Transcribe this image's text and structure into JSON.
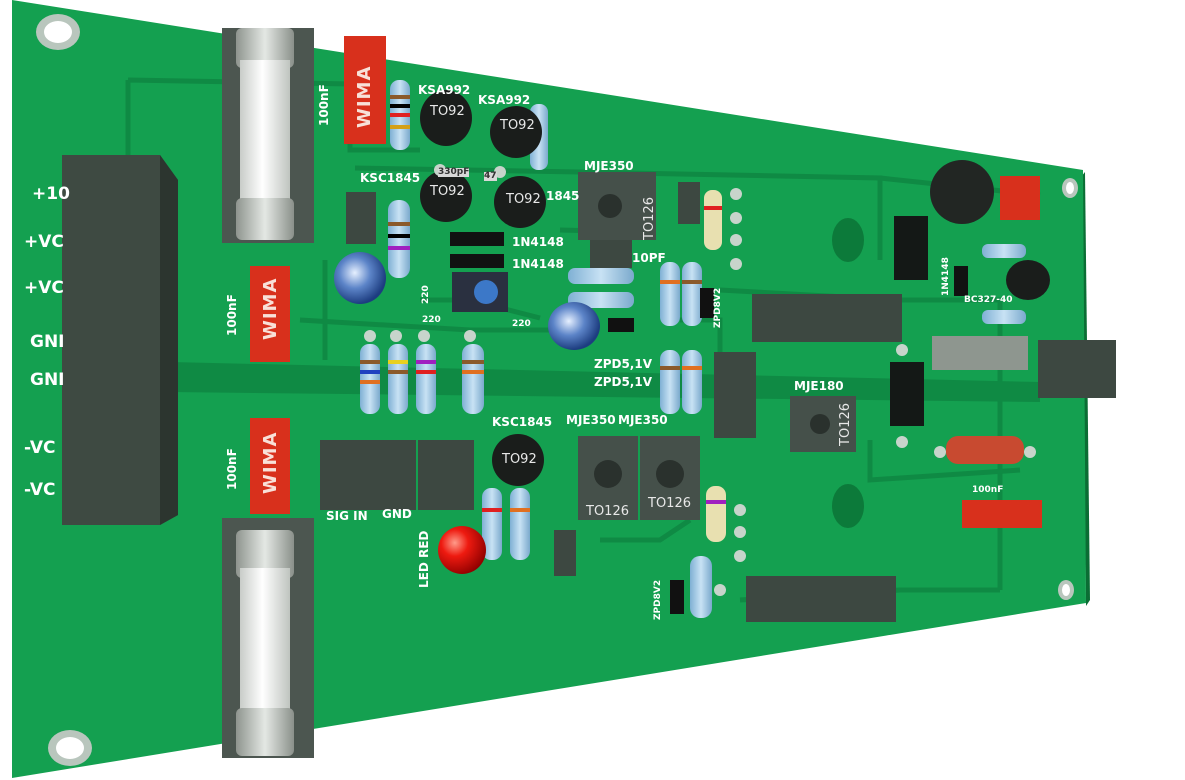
{
  "connector_labels": {
    "p10": "+10",
    "vc1": "+VC",
    "vc2": "+VC",
    "gnd1": "GNI",
    "gnd2": "GNI",
    "nvc1": "-VC",
    "nvc2": "-VC"
  },
  "caps": {
    "c100nf_top": "100nF",
    "c100nf_mid": "100nF",
    "c100nf_bot": "100nF",
    "c100nf_right": "100nF",
    "wima": "WIMA",
    "c10pf": "10PF",
    "c330pf": "330pF",
    "c47": "47"
  },
  "transistors": {
    "ksa992_a": "KSA992",
    "ksa992_b": "KSA992",
    "ksc1845_a": "KSC1845",
    "ksc1845_b": "1845",
    "ksc1845_c": "KSC1845",
    "to92": "TO92",
    "mje350_a": "MJE350",
    "mje350_b": "MJE350",
    "mje350_c": "MJE350",
    "mje180": "MJE180",
    "to126": "TO126",
    "bc327": "BC327-40"
  },
  "diodes": {
    "d1n4148_a": "1N4148",
    "d1n4148_b": "1N4148",
    "d1n4148_c": "1N4148",
    "zpd_a": "ZPD5,1V",
    "zpd_b": "ZPD5,1V",
    "zpd8_a": "ZPD8V2",
    "zpd8_b": "ZPD8V2"
  },
  "misc": {
    "r220_a": "220",
    "r220_b": "220",
    "r220_c": "220",
    "sig_in": "SIG IN",
    "gnd": "GND",
    "led_red": "LED RED"
  },
  "colors": {
    "board": "#14a050",
    "board_dark": "#0d7a3b",
    "trace": "#0f8a44",
    "wima_red": "#d8301c",
    "resistor": "#9fc8e6"
  }
}
